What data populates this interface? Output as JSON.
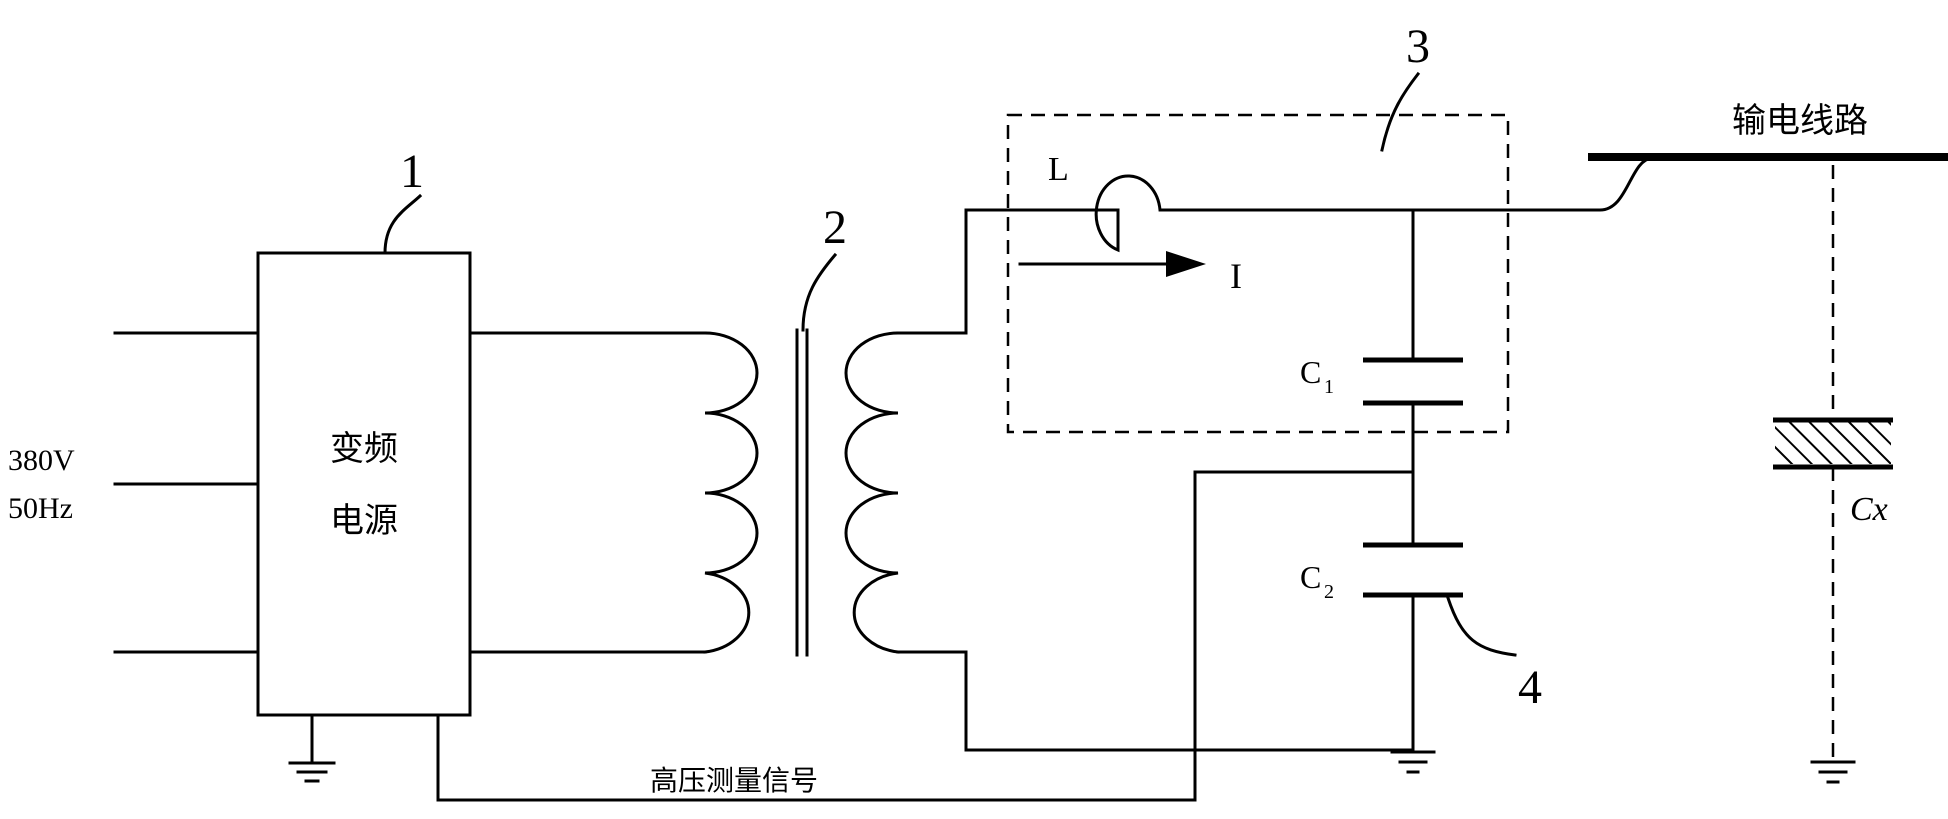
{
  "source": {
    "line1": "380V",
    "line2": "50Hz"
  },
  "converter": {
    "line1": "变频",
    "line2": "电源"
  },
  "callouts": {
    "n1": "1",
    "n2": "2",
    "n3": "3",
    "n4": "4"
  },
  "inductor": {
    "label": "L"
  },
  "current": {
    "label": "I"
  },
  "capacitors": {
    "c1": {
      "main": "C",
      "sub": "1"
    },
    "c2": {
      "main": "C",
      "sub": "2"
    },
    "cx": "Cx"
  },
  "transmission_line": {
    "label": "输电线路"
  },
  "measurement": {
    "label": "高压测量信号"
  },
  "colors": {
    "stroke": "#000000",
    "background": "#ffffff"
  }
}
